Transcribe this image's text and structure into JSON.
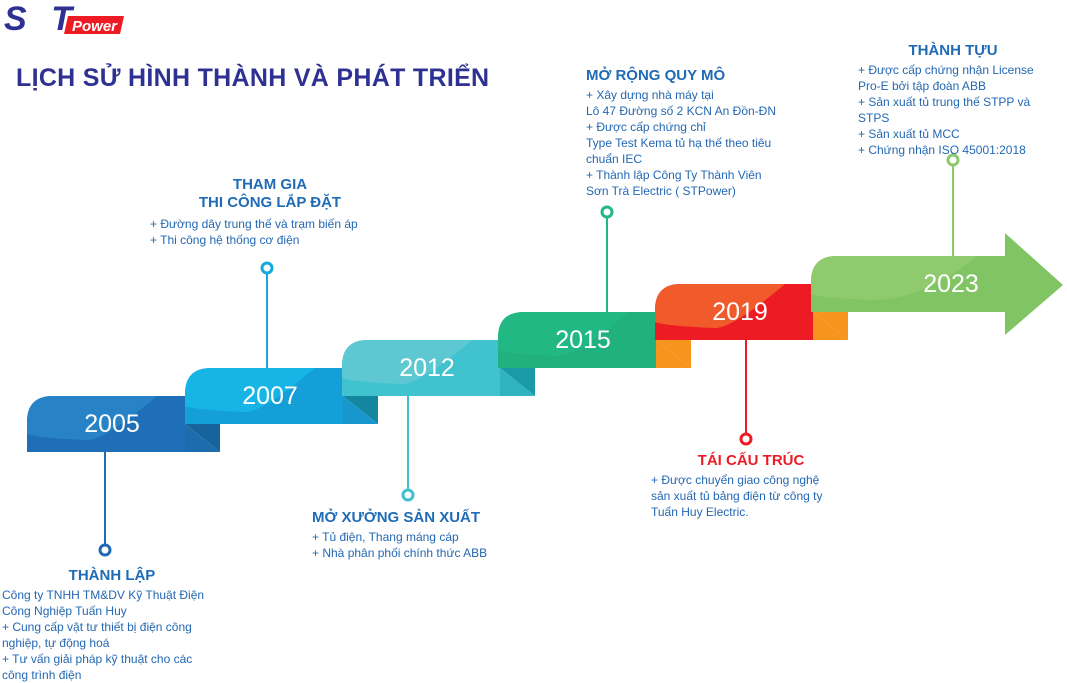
{
  "logo": {
    "brand": "ST",
    "sub": "Power"
  },
  "title": "LỊCH SỬ HÌNH THÀNH VÀ PHÁT TRIỂN",
  "colors": {
    "title": "#2e3192",
    "text": "#2368b3",
    "red": "#ed1c24"
  },
  "milestones": [
    {
      "year": "2005",
      "heading": "THÀNH LẬP",
      "lines": [
        "Công ty TNHH TM&DV Kỹ Thuật Điện",
        "Công Nghiệp Tuấn Huy",
        "+ Cung cấp vật tư thiết bị điện công",
        "nghiệp, tự động hoá",
        "+ Tư vấn giải pháp kỹ thuật cho các",
        "công trình điện"
      ]
    },
    {
      "year": "2007",
      "heading": "THAM GIA",
      "heading2": "THI CÔNG LẮP ĐẶT",
      "lines": [
        "+ Đường dây trung thế và trạm biến áp",
        "+ Thi công hệ thống cơ điện"
      ]
    },
    {
      "year": "2012",
      "heading": "MỞ XƯỞNG SẢN XUẤT",
      "lines": [
        "+ Tủ điện, Thang máng cáp",
        "+ Nhà phân phối chính thức ABB"
      ]
    },
    {
      "year": "2015",
      "heading": "MỞ RỘNG QUY MÔ",
      "lines": [
        "+ Xây dựng nhà máy tại",
        "Lô 47 Đường số 2 KCN An Đồn-ĐN",
        "+ Được cấp chứng chỉ",
        "Type Test Kema tủ hạ thế theo tiêu",
        "chuẩn IEC",
        "+ Thành lập Công Ty Thành Viên",
        "Sơn Trà Electric ( STPower)"
      ]
    },
    {
      "year": "2019",
      "heading": "TÁI CẤU TRÚC",
      "lines": [
        "+ Được chuyển giao công nghệ",
        "sản xuất tủ bảng điện từ công ty",
        "Tuấn Huy Electric."
      ]
    },
    {
      "year": "2023",
      "heading": "THÀNH TỰU",
      "lines": [
        "+ Được cấp chứng nhận License",
        "Pro-E bởi tập đoàn ABB",
        "+ Sản xuất tủ trung thế STPP và STPS",
        "+ Sản xuất tủ MCC",
        "+ Chứng nhận ISO 45001:2018"
      ]
    }
  ]
}
